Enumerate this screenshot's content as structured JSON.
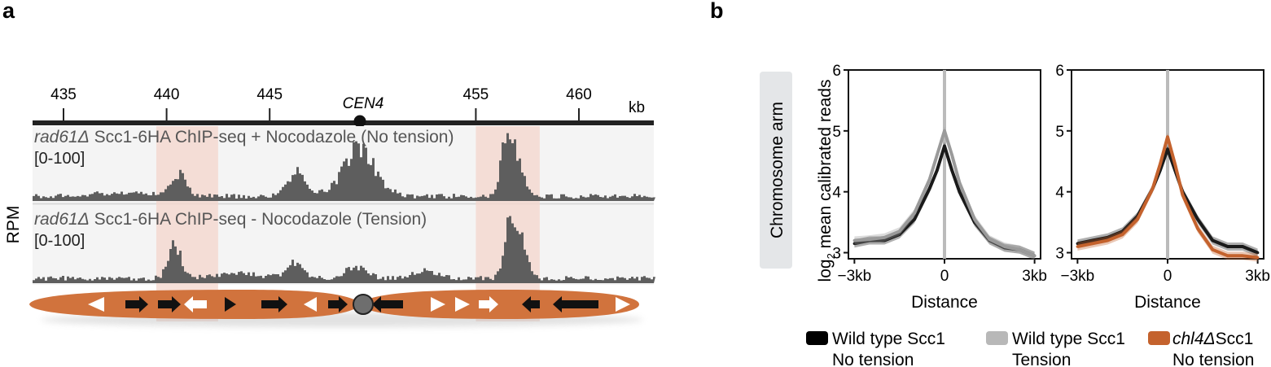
{
  "panel_a": {
    "letter": "a",
    "scale": {
      "ticks": [
        "435",
        "440",
        "445",
        "455",
        "460"
      ],
      "tick_kb": [
        435,
        440,
        445,
        455,
        460
      ],
      "unit": "kb",
      "centromere_label": "CEN4",
      "centromere_kb": 449.7
    },
    "y_label": "RPM",
    "tracks": [
      {
        "strain": "rad61Δ",
        "title": "Scc1-6HA ChIP-seq + Nocodazole (No tension)",
        "range": "[0-100]"
      },
      {
        "strain": "rad61Δ",
        "title": "Scc1-6HA ChIP-seq - Nocodazole (Tension)",
        "range": "[0-100]"
      }
    ],
    "highlight_regions_kb": [
      [
        439.5,
        442.5
      ],
      [
        455.0,
        458.1
      ]
    ],
    "colors": {
      "signal": "#5e5e5e",
      "track_bg": "#f4f4f4",
      "highlight": "#f4d6cc",
      "chromosome": "#d1733d",
      "scale_bar": "#222222"
    },
    "genes": [
      {
        "dir": "left",
        "fill": "white"
      },
      {
        "dir": "right",
        "fill": "black"
      },
      {
        "dir": "right",
        "fill": "black"
      },
      {
        "dir": "left",
        "fill": "white"
      },
      {
        "dir": "right",
        "fill": "black"
      },
      {
        "dir": "right",
        "fill": "black"
      },
      {
        "dir": "left",
        "fill": "white"
      },
      {
        "dir": "right",
        "fill": "black"
      },
      {
        "dir": "left",
        "fill": "black"
      },
      {
        "dir": "right",
        "fill": "white"
      },
      {
        "dir": "right",
        "fill": "white"
      },
      {
        "dir": "right",
        "fill": "white"
      },
      {
        "dir": "left",
        "fill": "black"
      },
      {
        "dir": "left",
        "fill": "black"
      },
      {
        "dir": "right",
        "fill": "white"
      }
    ]
  },
  "panel_b": {
    "letter": "b",
    "side_label": "Chromosome arm",
    "y_label_log": "log",
    "y_label_sub": "2",
    "y_label_rest": " mean calibrated reads",
    "x_label": "Distance",
    "x_ticks": [
      "−3kb",
      "0",
      "3kb"
    ],
    "y_ticks": [
      "3",
      "4",
      "5",
      "6"
    ]
  },
  "legend": [
    {
      "line1": "Wild type Scc1",
      "line2": "No tension",
      "line1_italic_part": "",
      "color": "#000000",
      "text_color": "#222222"
    },
    {
      "line1": "Wild type Scc1",
      "line2": "Tension",
      "line1_italic_part": "",
      "color": "#b8b8b8",
      "text_color": "#8a8a8a"
    },
    {
      "line1": "Scc1",
      "line2": "No tension",
      "line1_italic_part": "chl4Δ",
      "color": "#c4622d",
      "text_color": "#c4622d"
    }
  ],
  "chart_data": [
    {
      "type": "line",
      "title": "",
      "xlabel": "Distance",
      "ylabel": "log2 mean calibrated reads",
      "xlim": [
        -3.2,
        3.2
      ],
      "ylim": [
        2.9,
        6.0
      ],
      "x": [
        -3,
        -2.5,
        -2,
        -1.5,
        -1,
        -0.5,
        -0.25,
        0,
        0.25,
        0.5,
        1,
        1.5,
        2,
        2.5,
        3
      ],
      "series": [
        {
          "name": "Wild type Scc1 No tension",
          "color": "#1a1a1a",
          "values": [
            3.15,
            3.2,
            3.2,
            3.3,
            3.55,
            4.05,
            4.35,
            4.75,
            4.35,
            4.0,
            3.5,
            3.2,
            3.08,
            3.05,
            2.95
          ]
        },
        {
          "name": "Wild type Scc1 Tension",
          "color": "#9a9a9a",
          "values": [
            3.2,
            3.22,
            3.25,
            3.35,
            3.65,
            4.2,
            4.6,
            5.0,
            4.6,
            4.15,
            3.55,
            3.22,
            3.1,
            3.05,
            2.95
          ]
        }
      ]
    },
    {
      "type": "line",
      "title": "",
      "xlabel": "Distance",
      "ylabel": "",
      "xlim": [
        -3.2,
        3.2
      ],
      "ylim": [
        2.9,
        6.0
      ],
      "x": [
        -3,
        -2.5,
        -2,
        -1.5,
        -1,
        -0.5,
        -0.25,
        0,
        0.25,
        0.5,
        1,
        1.5,
        2,
        2.5,
        3
      ],
      "series": [
        {
          "name": "Wild type Scc1 No tension",
          "color": "#1a1a1a",
          "values": [
            3.15,
            3.2,
            3.25,
            3.35,
            3.6,
            4.05,
            4.35,
            4.7,
            4.35,
            4.0,
            3.55,
            3.2,
            3.1,
            3.1,
            3.0
          ]
        },
        {
          "name": "chl4ΔScc1 No tension",
          "color": "#c4622d",
          "values": [
            3.1,
            3.15,
            3.2,
            3.3,
            3.55,
            4.05,
            4.45,
            4.9,
            4.45,
            3.95,
            3.4,
            3.05,
            2.95,
            2.95,
            2.92
          ]
        }
      ]
    }
  ]
}
